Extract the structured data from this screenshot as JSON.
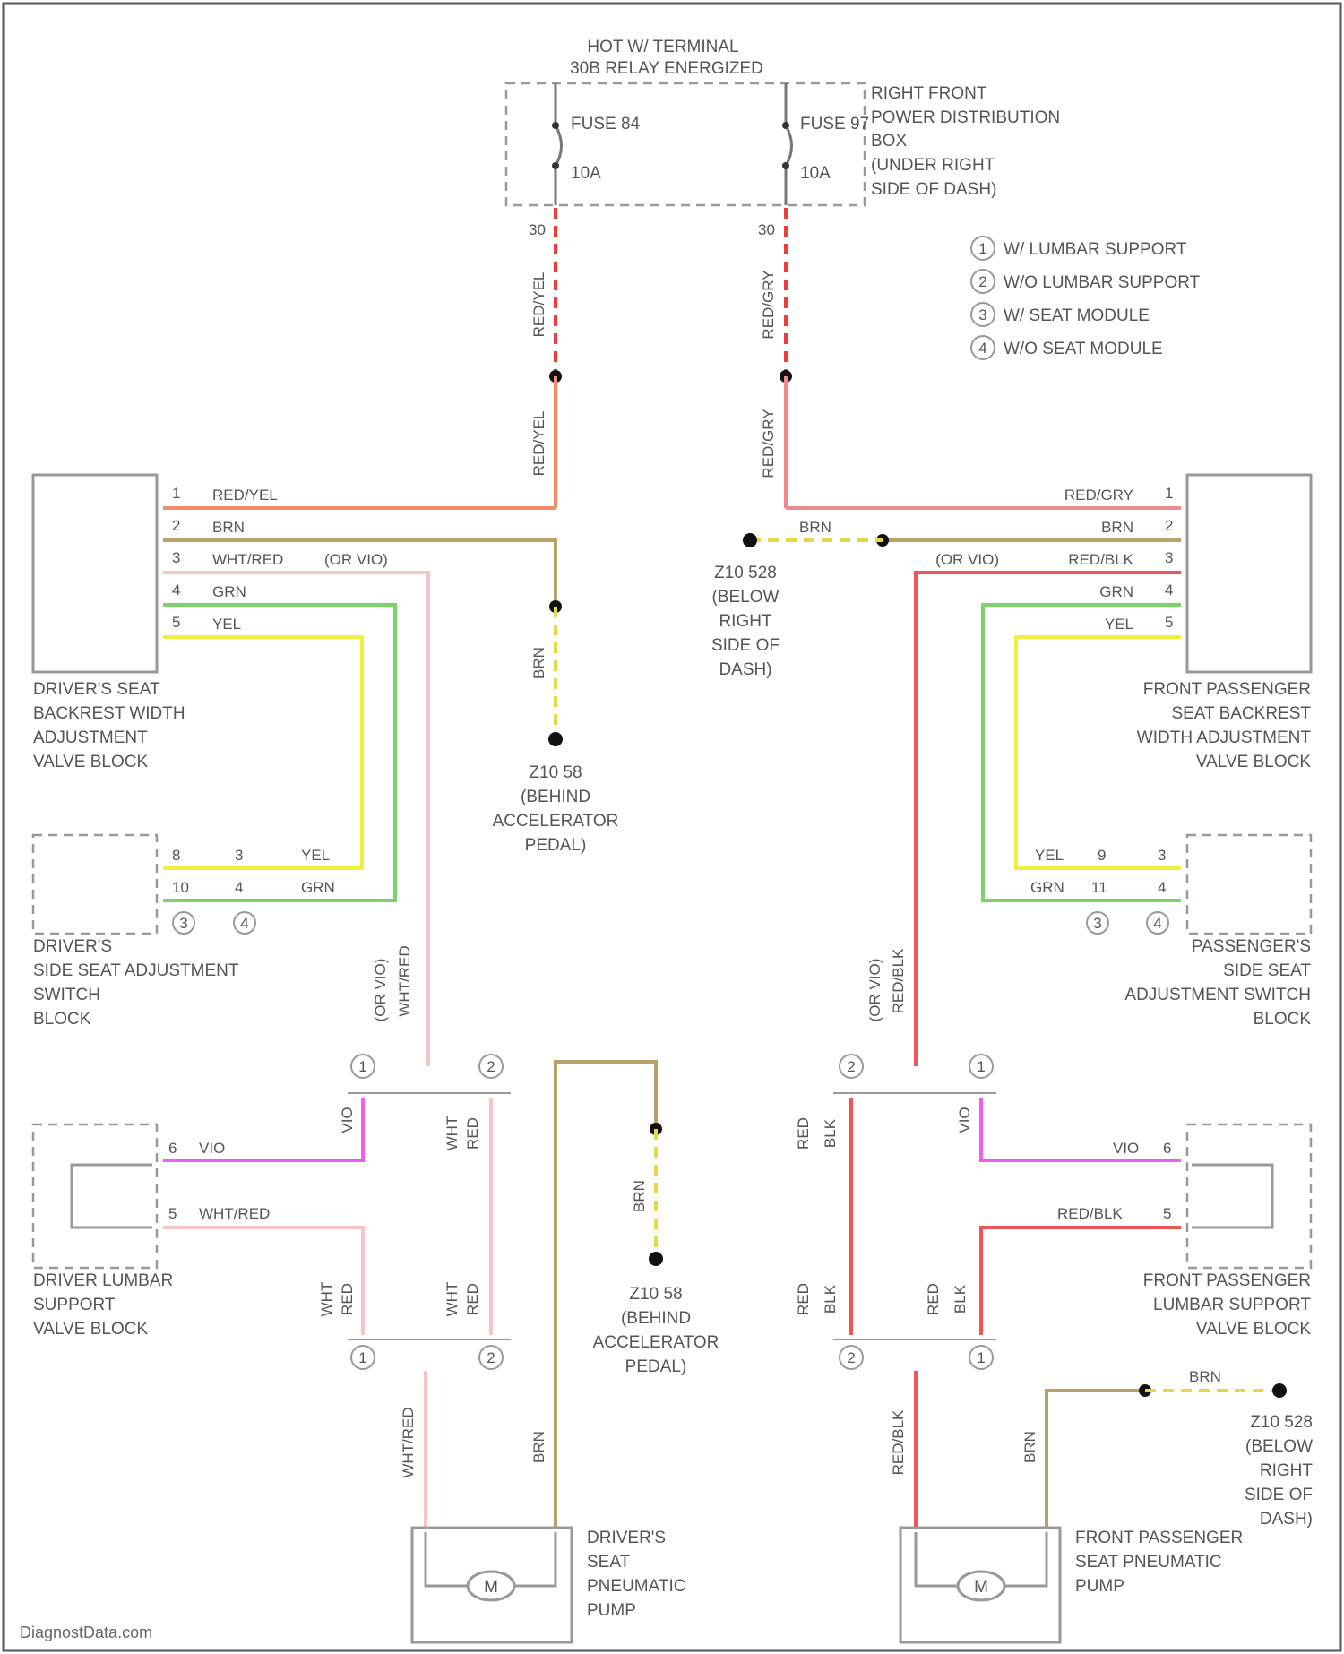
{
  "relay": {
    "line1": "HOT W/ TERMINAL",
    "line2": "30B RELAY ENERGIZED",
    "fuse_left": "FUSE 84",
    "fuse_left_amp": "10A",
    "fuse_right": "FUSE 97",
    "fuse_right_amp": "10A",
    "pin_left": "30",
    "pin_right": "30"
  },
  "distribution_box": [
    "RIGHT FRONT",
    "POWER DISTRIBUTION",
    "BOX",
    "(UNDER RIGHT",
    "SIDE OF DASH)"
  ],
  "legend": [
    {
      "num": "1",
      "text": "W/ LUMBAR SUPPORT"
    },
    {
      "num": "2",
      "text": "W/O LUMBAR SUPPORT"
    },
    {
      "num": "3",
      "text": "W/ SEAT MODULE"
    },
    {
      "num": "4",
      "text": "W/O SEAT MODULE"
    }
  ],
  "wires": {
    "red_yel": "RED/YEL",
    "red_gry": "RED/GRY",
    "brn": "BRN",
    "wht_red": "WHT/RED",
    "or_vio": "(OR VIO)",
    "red_blk": "RED/BLK",
    "grn": "GRN",
    "yel": "YEL",
    "vio": "VIO",
    "red": "RED",
    "blk": "BLK",
    "wht": "WHT"
  },
  "pins": {
    "p1": "1",
    "p2": "2",
    "p3": "3",
    "p4": "4",
    "p5": "5",
    "p6": "6",
    "p8": "8",
    "p9": "9",
    "p10": "10",
    "p11": "11"
  },
  "components": {
    "driver_backrest": [
      "DRIVER'S SEAT",
      "BACKREST WIDTH",
      "ADJUSTMENT",
      "VALVE BLOCK"
    ],
    "passenger_backrest": [
      "FRONT PASSENGER",
      "SEAT BACKREST",
      "WIDTH ADJUSTMENT",
      "VALVE BLOCK"
    ],
    "driver_switch": [
      "DRIVER'S",
      "SIDE SEAT ADJUSTMENT",
      "SWITCH",
      "BLOCK"
    ],
    "passenger_switch": [
      "PASSENGER'S",
      "SIDE SEAT",
      "ADJUSTMENT SWITCH",
      "BLOCK"
    ],
    "driver_lumbar": [
      "DRIVER LUMBAR",
      "SUPPORT",
      "VALVE BLOCK"
    ],
    "passenger_lumbar": [
      "FRONT PASSENGER",
      "LUMBAR SUPPORT",
      "VALVE BLOCK"
    ],
    "driver_pump": [
      "DRIVER'S",
      "SEAT",
      "PNEUMATIC",
      "PUMP"
    ],
    "passenger_pump": [
      "FRONT PASSENGER",
      "SEAT PNEUMATIC",
      "PUMP"
    ]
  },
  "grounds": {
    "g58_a": [
      "Z10 58",
      "(BEHIND",
      "ACCELERATOR",
      "PEDAL)"
    ],
    "g58_b": [
      "Z10 58",
      "(BEHIND",
      "ACCELERATOR",
      "PEDAL)"
    ],
    "g528_a": [
      "Z10 528",
      "(BELOW",
      "RIGHT",
      "SIDE OF",
      "DASH)"
    ],
    "g528_b": [
      "Z10 528",
      "(BELOW",
      "RIGHT",
      "SIDE OF",
      "DASH)"
    ]
  },
  "motor_symbol": "M",
  "watermark": "DiagnostData.com",
  "colors": {
    "red_yel": "#f28a6c",
    "red_yel_dash": "#ee3b3b",
    "red_gry": "#f08a8a",
    "brn": "#b9a26a",
    "brn_dash": "#e2d84a",
    "wht_red": "#f6c6c6",
    "red_blk": "#ef5555",
    "grn": "#7dd36a",
    "yel": "#f2ee3c",
    "vio": "#f05ef0",
    "outline": "#999999"
  }
}
